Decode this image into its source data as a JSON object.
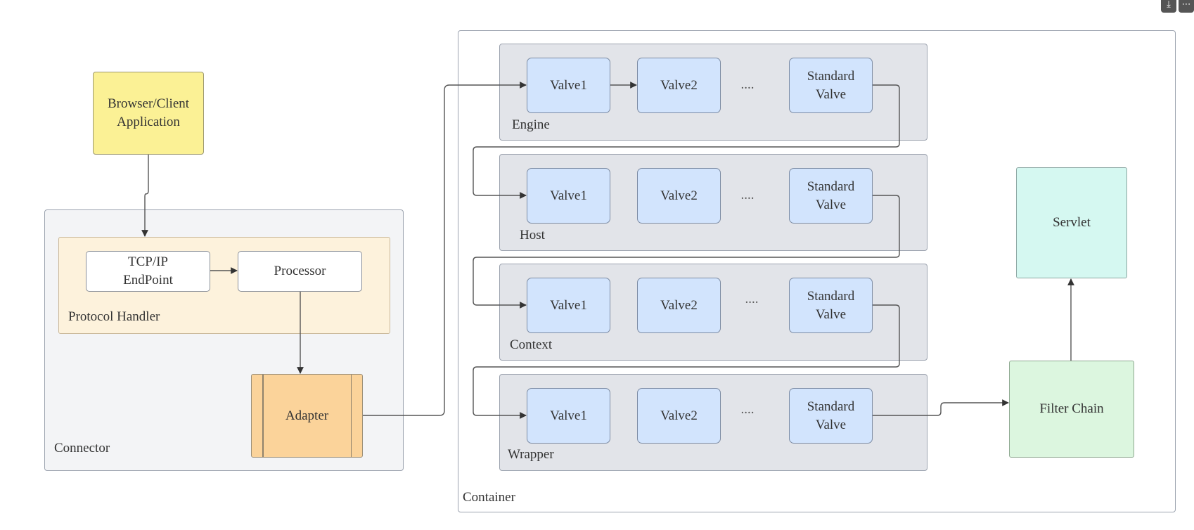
{
  "client": {
    "line1": "Browser/Client",
    "line2": "Application"
  },
  "connector": {
    "label": "Connector",
    "protocol_handler": {
      "label": "Protocol Handler",
      "endpoint": {
        "line1": "TCP/IP",
        "line2": "EndPoint"
      },
      "processor": "Processor"
    },
    "adapter": "Adapter"
  },
  "container": {
    "label": "Container",
    "stages": [
      {
        "name": "Engine",
        "valve1": "Valve1",
        "valve2": "Valve2",
        "ellipsis": "....",
        "standard_line1": "Standard",
        "standard_line2": "Valve"
      },
      {
        "name": "Host",
        "valve1": "Valve1",
        "valve2": "Valve2",
        "ellipsis": "....",
        "standard_line1": "Standard",
        "standard_line2": "Valve"
      },
      {
        "name": "Context",
        "valve1": "Valve1",
        "valve2": "Valve2",
        "ellipsis": "....",
        "standard_line1": "Standard",
        "standard_line2": "Valve"
      },
      {
        "name": "Wrapper",
        "valve1": "Valve1",
        "valve2": "Valve2",
        "ellipsis": "....",
        "standard_line1": "Standard",
        "standard_line2": "Valve"
      }
    ]
  },
  "servlet": "Servlet",
  "filter_chain": "Filter Chain",
  "icons": {
    "download": "download-icon",
    "more": "more-icon"
  },
  "colors": {
    "client": "#fbf195",
    "adapter": "#fbd39a",
    "protocol_handler": "#fdf2dc",
    "valve": "#d2e4fd",
    "servlet": "#d5f8f1",
    "filter_chain": "#dcf6df"
  }
}
